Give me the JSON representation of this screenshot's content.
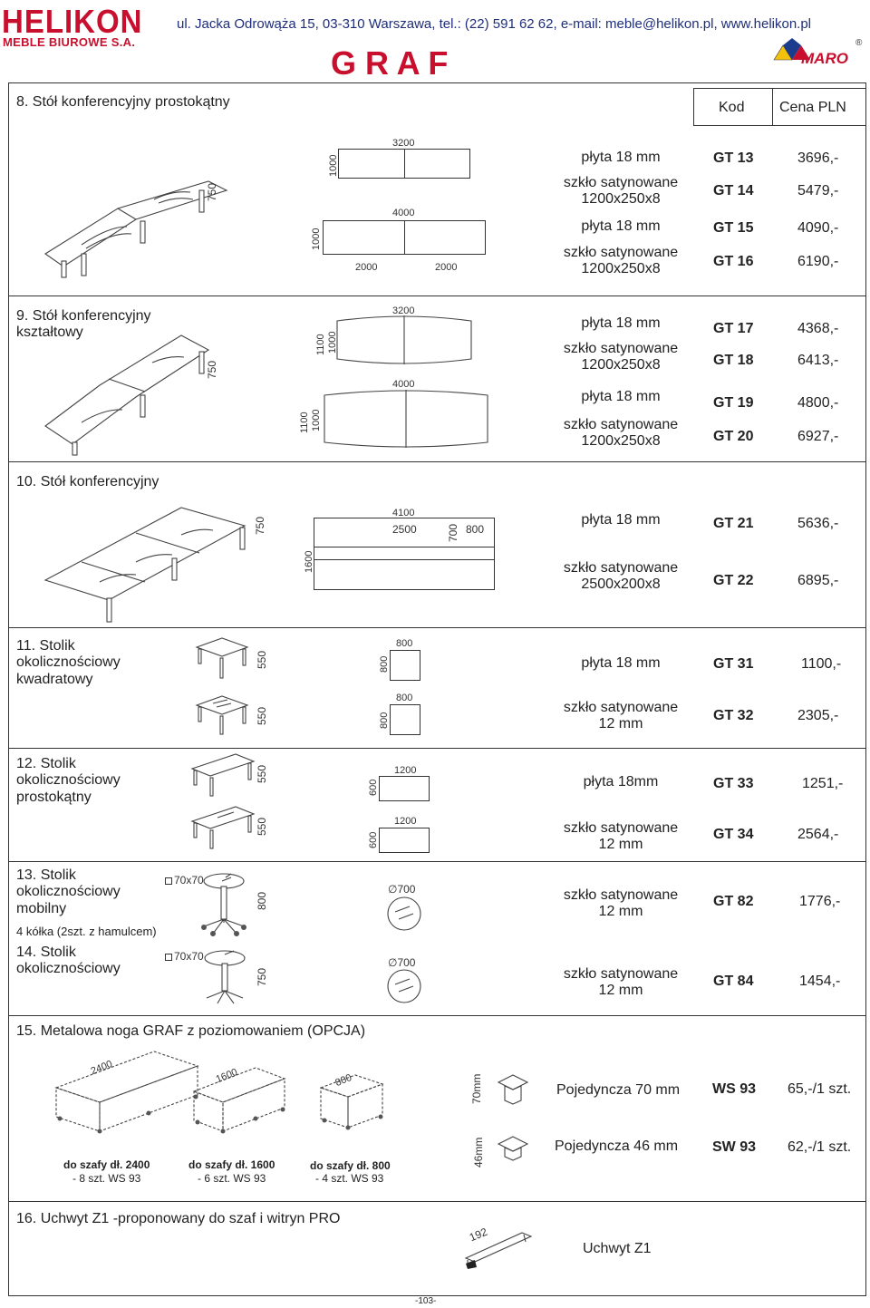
{
  "header": {
    "logo_top": "HELIKON",
    "logo_bottom": "MEBLE BIUROWE S.A.",
    "address": "ul. Jacka Odrowąża 15, 03-310 Warszawa, tel.: (22) 591 62 62, e-mail: meble@helikon.pl, www.helikon.pl",
    "series": "G R A F",
    "partner_logo": "MARO",
    "registered": "®"
  },
  "table_header": {
    "code": "Kod",
    "price": "Cena PLN"
  },
  "sections": {
    "s8": {
      "title": "8. Stół konferencyjny prostokątny",
      "dims": {
        "h": "750",
        "w1": "3200",
        "d1": "1000",
        "w2": "4000",
        "d2": "1000",
        "half_a": "2000",
        "half_b": "2000"
      },
      "rows": [
        {
          "desc": "płyta 18 mm",
          "code": "GT 13",
          "price": "3696,-"
        },
        {
          "desc": "szkło satynowane\n1200x250x8",
          "code": "GT 14",
          "price": "5479,-"
        },
        {
          "desc": "płyta 18 mm",
          "code": "GT 15",
          "price": "4090,-"
        },
        {
          "desc": "szkło satynowane\n1200x250x8",
          "code": "GT 16",
          "price": "6190,-"
        }
      ]
    },
    "s9": {
      "title": "9. Stół konferencyjny\nkształtowy",
      "dims": {
        "h": "750",
        "w1": "3200",
        "d1a": "1100",
        "d1b": "1000",
        "w2": "4000",
        "d2a": "1100",
        "d2b": "1000"
      },
      "rows": [
        {
          "desc": "płyta 18 mm",
          "code": "GT 17",
          "price": "4368,-"
        },
        {
          "desc": "szkło satynowane\n1200x250x8",
          "code": "GT 18",
          "price": "6413,-"
        },
        {
          "desc": "płyta 18 mm",
          "code": "GT 19",
          "price": "4800,-"
        },
        {
          "desc": "szkło satynowane\n1200x250x8",
          "code": "GT 20",
          "price": "6927,-"
        }
      ]
    },
    "s10": {
      "title": "10. Stół konferencyjny",
      "dims": {
        "h": "750",
        "w": "4100",
        "inner": "2500",
        "d": "1600",
        "d2": "700",
        "w3": "800"
      },
      "rows": [
        {
          "desc": "płyta 18 mm",
          "code": "GT 21",
          "price": "5636,-"
        },
        {
          "desc": "szkło satynowane\n2500x200x8",
          "code": "GT 22",
          "price": "6895,-"
        }
      ]
    },
    "s11": {
      "title": "11. Stolik\nokolicznościowy\nkwadratowy",
      "dims": {
        "h": "550",
        "w": "800",
        "d": "800"
      },
      "rows": [
        {
          "desc": "płyta 18 mm",
          "code": "GT 31",
          "price": "1100,-"
        },
        {
          "desc": "szkło satynowane\n12 mm",
          "code": "GT 32",
          "price": "2305,-"
        }
      ]
    },
    "s12": {
      "title": "12. Stolik\nokolicznościowy\nprostokątny",
      "dims": {
        "h": "550",
        "w": "1200",
        "d": "600"
      },
      "rows": [
        {
          "desc": "płyta 18mm",
          "code": "GT 33",
          "price": "1251,-"
        },
        {
          "desc": "szkło satynowane\n12 mm",
          "code": "GT 34",
          "price": "2564,-"
        }
      ]
    },
    "s13": {
      "title": "13. Stolik\nokolicznościowy\nmobilny",
      "note": "4 kółka (2szt. z hamulcem)",
      "dims": {
        "leg": "70x70",
        "h": "800",
        "dia": "700"
      },
      "rows": [
        {
          "desc": "szkło satynowane\n12 mm",
          "code": "GT 82",
          "price": "1776,-"
        }
      ]
    },
    "s14": {
      "title": "14. Stolik\nokolicznościowy",
      "dims": {
        "leg": "70x70",
        "h": "750",
        "dia": "700"
      },
      "rows": [
        {
          "desc": "szkło satynowane\n12 mm",
          "code": "GT 84",
          "price": "1454,-"
        }
      ]
    },
    "s15": {
      "title": "15. Metalowa noga GRAF z poziomowaniem (OPCJA)",
      "widths": [
        "2400",
        "1600",
        "800"
      ],
      "captions": [
        {
          "a": "do szafy dł. 2400",
          "b": "- 8 szt. WS 93"
        },
        {
          "a": "do szafy dł. 1600",
          "b": "- 6 szt. WS 93"
        },
        {
          "a": "do szafy dł. 800",
          "b": "- 4 szt. WS 93"
        }
      ],
      "legs": [
        {
          "h": "70mm",
          "desc": "Pojedyncza 70 mm",
          "code": "WS 93",
          "price": "65,-/1 szt."
        },
        {
          "h": "46mm",
          "desc": "Pojedyncza 46 mm",
          "code": "SW 93",
          "price": "62,-/1 szt."
        }
      ]
    },
    "s16": {
      "title": "16. Uchwyt Z1 -proponowany do szaf i witryn PRO",
      "dim": "192",
      "desc": "Uchwyt Z1"
    }
  },
  "footer": {
    "page": "-103-"
  },
  "colors": {
    "brand_red": "#c8102e",
    "brand_blue": "#1b3c8c",
    "brand_yellow": "#f4c20d"
  }
}
